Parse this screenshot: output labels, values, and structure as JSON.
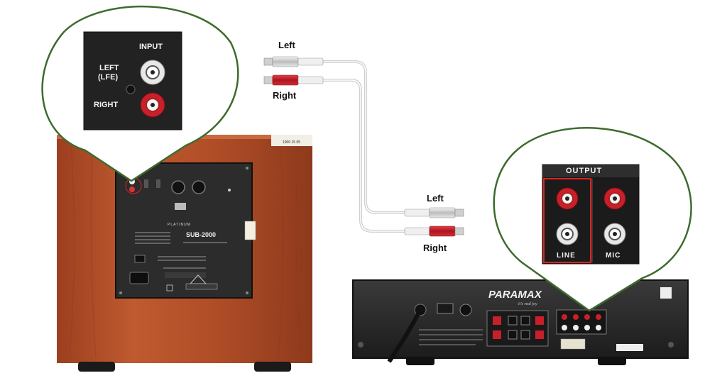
{
  "subwoofer_callout": {
    "input_label": "INPUT",
    "left_label_line1": "LEFT",
    "left_label_line2": "(LFE)",
    "right_label": "RIGHT"
  },
  "subwoofer_panel": {
    "series_label": "PLATINUM",
    "model_label": "SUB-2000",
    "tag_label": "1900 15 05"
  },
  "cable_top": {
    "left_label": "Left",
    "right_label": "Right"
  },
  "cable_bottom": {
    "left_label": "Left",
    "right_label": "Right"
  },
  "amplifier_callout": {
    "output_label": "OUTPUT",
    "line_label": "LINE",
    "mic_label": "MIC"
  },
  "amplifier": {
    "brand": "PARAMAX",
    "tagline": "it's real joy"
  },
  "colors": {
    "wood": "#b4502a",
    "panel": "#2a2a2a",
    "callout_border": "#3d6b2e",
    "red_plug": "#c8202a",
    "cable": "#d9d9d9"
  }
}
